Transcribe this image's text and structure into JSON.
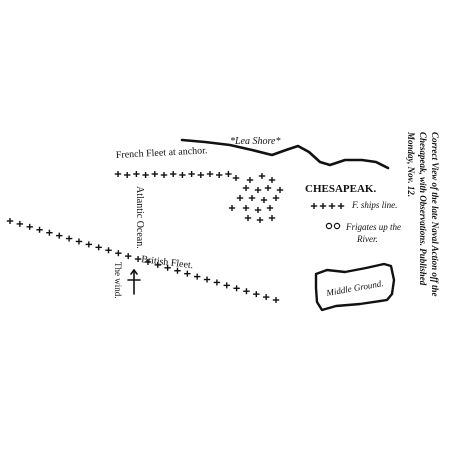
{
  "map": {
    "coast_label": "*Lea Shore*",
    "french_fleet_label": "French Fleet at anchor.",
    "chesapeak_label": "CHESAPEAK.",
    "f_ships_line_label": "F. ships line.",
    "frigates_label_line1": "Frigates up the",
    "frigates_label_line2": "River.",
    "atlantic_label": "Atlantic Ocean.",
    "british_fleet_label": "British Fleet.",
    "wind_label": "The wind.",
    "middle_ground_label": "Middle Ground.",
    "side_caption_line1": "Correct View of the late Naval Action off the",
    "side_caption_line2": "Chesapeak, with Observations. Published",
    "side_caption_line3": "Monday, Nov. 12.",
    "ship_glyph_icon": "ship-cross-icon",
    "frigate_glyph_icon": "frigate-circle-icon",
    "compass_icon": "wind-arrow-icon"
  },
  "colors": {
    "ink": "#111111",
    "paper": "#ffffff"
  }
}
